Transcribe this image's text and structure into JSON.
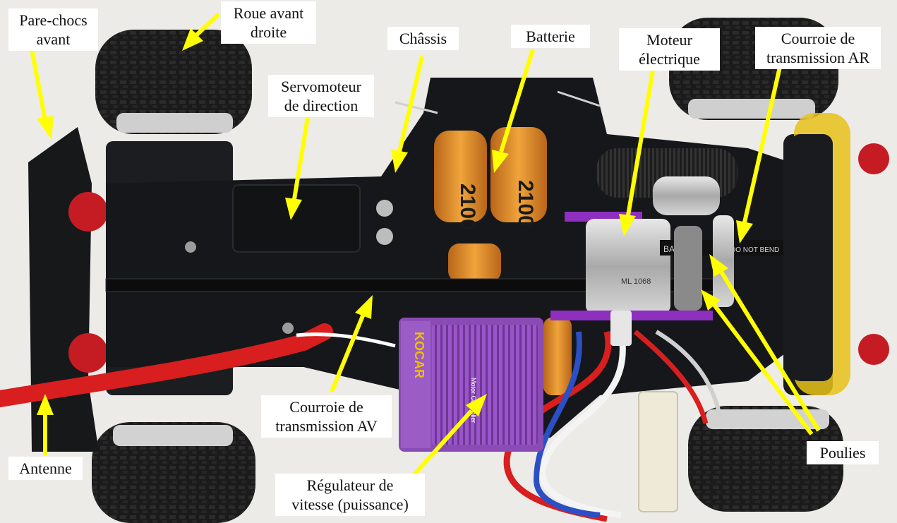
{
  "colors": {
    "background": "#ecebe8",
    "chassis": "#16171a",
    "tire": "#1b1b1b",
    "battery": "#d98a1e",
    "speed_controller": "#8a4bb5",
    "motor_accent": "#8e2fc0",
    "antenna_wire": "#d81e1e",
    "arrow": "#ffff00",
    "label_bg": "#ffffff"
  },
  "labels": {
    "front_bumper": [
      "Pare-chocs",
      "avant"
    ],
    "front_right_wheel": [
      "Roue avant",
      "droite"
    ],
    "chassis": [
      "Châssis"
    ],
    "battery": [
      "Batterie"
    ],
    "electric_motor": [
      "Moteur",
      "électrique"
    ],
    "rear_belt": [
      "Courroie de",
      "transmission AR"
    ],
    "steering_servo": [
      "Servomoteur",
      "de direction"
    ],
    "front_belt": [
      "Courroie de",
      "transmission AV"
    ],
    "speed_controller": [
      "Régulateur de",
      "vitesse (puissance)"
    ],
    "antenna": [
      "Antenne"
    ],
    "pulleys": [
      "Poulies"
    ]
  },
  "printed": {
    "battery_text_1": "2100",
    "battery_text_2": "2100",
    "motor_text": "ML 1068",
    "belt_text": "BANDO",
    "belt_text_2": "DO NOT BEND",
    "esc_brand": "KOCAR",
    "esc_model": "Motor Controller"
  }
}
